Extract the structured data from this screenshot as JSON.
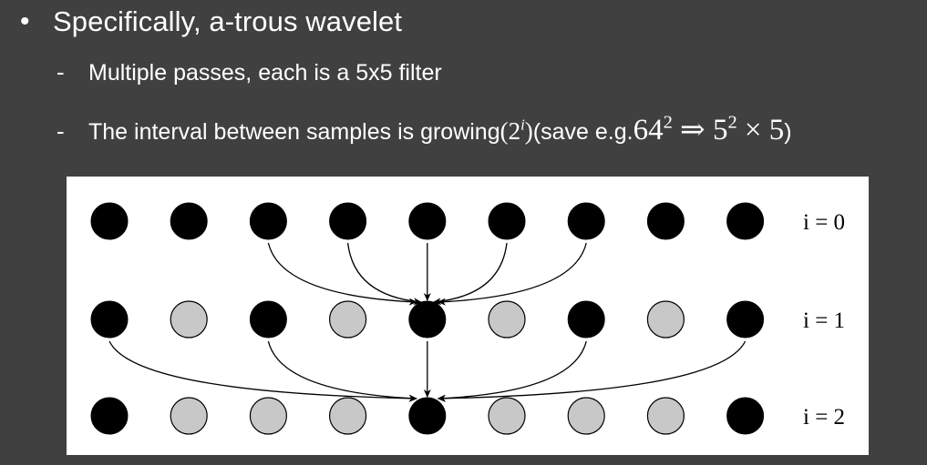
{
  "bullet": {
    "symbol": "•",
    "text": "Specifically, a-trous wavelet"
  },
  "sub_bullets": [
    {
      "dash": "-",
      "text": "Multiple passes, each is a 5x5 filter"
    },
    {
      "dash": "-",
      "text_before": "The interval between samples is growing ",
      "math_open": "(2",
      "math_sup": "i",
      "math_close": ")",
      "text_middle": " (save e.g. ",
      "math_expr_base1": "64",
      "math_expr_sup1": "2",
      "math_expr_arrow": " ⇒ ",
      "math_expr_base2": "5",
      "math_expr_sup2": "2",
      "math_expr_tail": " × 5",
      "text_after": ")"
    }
  ],
  "diagram": {
    "rows": [
      {
        "label": "i = 0",
        "dots": [
          "black",
          "black",
          "black",
          "black",
          "black",
          "black",
          "black",
          "black",
          "black"
        ]
      },
      {
        "label": "i = 1",
        "dots": [
          "black",
          "gray",
          "black",
          "gray",
          "black",
          "gray",
          "black",
          "gray",
          "black"
        ]
      },
      {
        "label": "i = 2",
        "dots": [
          "black",
          "gray",
          "gray",
          "gray",
          "black",
          "gray",
          "gray",
          "gray",
          "black"
        ]
      }
    ],
    "connections": [
      {
        "from_row": 0,
        "from_dots": [
          2,
          3,
          4,
          5,
          6
        ],
        "to_row": 1,
        "to_dot": 4
      },
      {
        "from_row": 1,
        "from_dots": [
          0,
          2,
          4,
          6,
          8
        ],
        "to_row": 2,
        "to_dot": 4
      }
    ],
    "colors": {
      "black": "#000000",
      "gray": "#c8c8c8",
      "outline": "#000000",
      "panel": "#ffffff",
      "background": "#404040"
    }
  }
}
